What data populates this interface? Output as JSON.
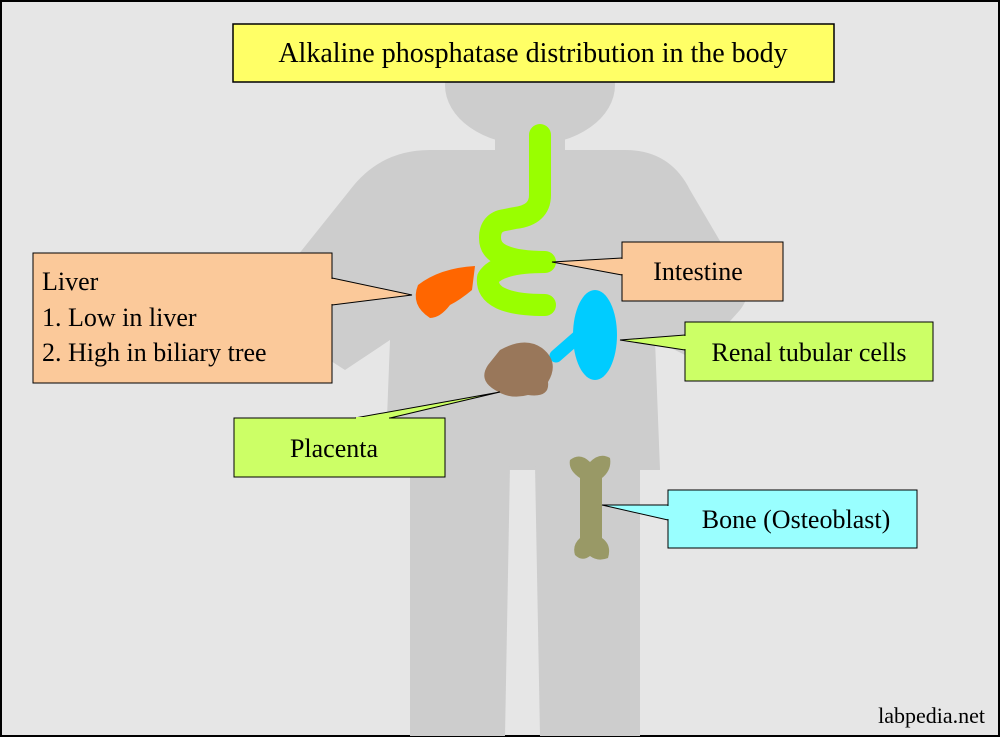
{
  "title": "Alkaline phosphatase distribution in the body",
  "labels": {
    "liver": {
      "heading": "Liver",
      "line1": "1. Low in liver",
      "line2": "2. High in biliary tree"
    },
    "intestine": "Intestine",
    "renal": "Renal tubular cells",
    "placenta": "Placenta",
    "bone": "Bone (Osteoblast)"
  },
  "watermark": "labpedia.net",
  "colors": {
    "background": "#e6e6e6",
    "silhouette": "#cdcdcd",
    "title_box": "#ffff66",
    "liver_box": "#fbc99a",
    "intestine_box": "#fbc99a",
    "renal_box": "#ccff66",
    "placenta_box": "#ccff66",
    "bone_box": "#99ffff",
    "liver_organ": "#ff6600",
    "intestine_organ": "#99ff00",
    "kidney_organ": "#00ccff",
    "placenta_organ": "#99775a",
    "bone_organ": "#999966"
  }
}
